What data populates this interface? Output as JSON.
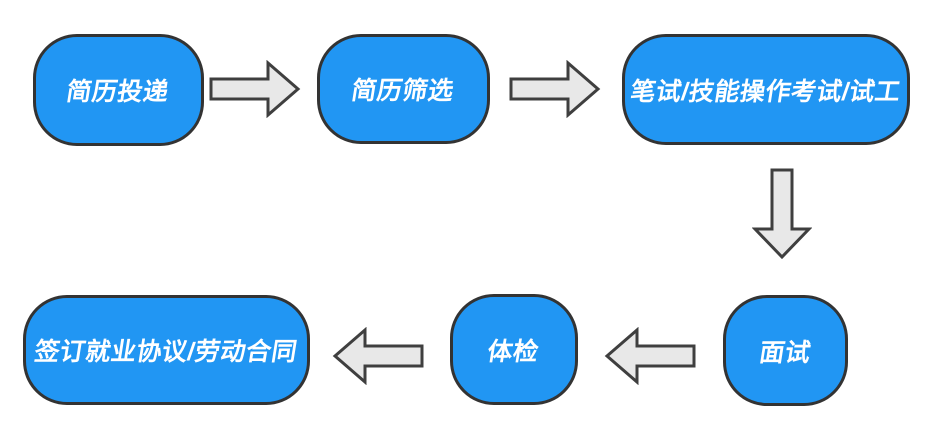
{
  "flowchart": {
    "title": "recruitment-process-flowchart",
    "colors": {
      "background": "#ffffff",
      "node_fill": "#2196F3",
      "node_border": "#333333",
      "node_text": "#ffffff",
      "arrow_fill": "#e8e8e8",
      "arrow_border": "#3f3f3f"
    },
    "nodes": [
      {
        "id": "resume-submission",
        "label": "简历投递"
      },
      {
        "id": "resume-screening",
        "label": "简历筛选"
      },
      {
        "id": "written-skill-test",
        "label": "笔试/技能操作考试/试工"
      },
      {
        "id": "interview",
        "label": "面试"
      },
      {
        "id": "physical-exam",
        "label": "体检"
      },
      {
        "id": "sign-contract",
        "label": "签订就业协议/劳动合同"
      }
    ],
    "connections": [
      {
        "from": "resume-submission",
        "to": "resume-screening",
        "direction": "right",
        "icon": "arrow-right-icon"
      },
      {
        "from": "resume-screening",
        "to": "written-skill-test",
        "direction": "right",
        "icon": "arrow-right-icon"
      },
      {
        "from": "written-skill-test",
        "to": "interview",
        "direction": "down",
        "icon": "arrow-down-icon"
      },
      {
        "from": "interview",
        "to": "physical-exam",
        "direction": "left",
        "icon": "arrow-left-icon"
      },
      {
        "from": "physical-exam",
        "to": "sign-contract",
        "direction": "left",
        "icon": "arrow-left-icon"
      }
    ]
  }
}
